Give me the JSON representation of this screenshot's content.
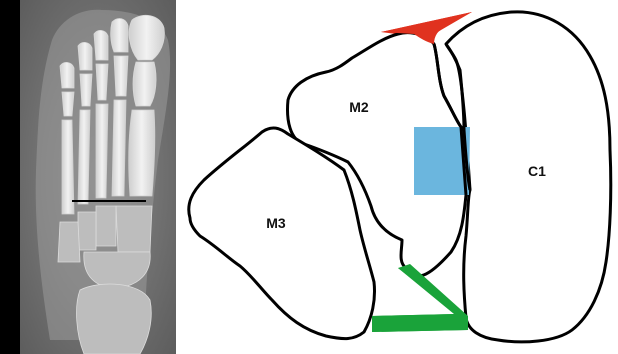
{
  "diagram": {
    "labels": {
      "m2": "M2",
      "m3": "M3",
      "c1": "C1"
    },
    "colors": {
      "background": "#000000",
      "canvas": "#ffffff",
      "outline": "#000000",
      "dorsal_ligament": "#e0321f",
      "interosseous_ligament": "#6bb6de",
      "plantar_ligament": "#1aa33a",
      "xray_base": "#6e6e6e"
    }
  }
}
